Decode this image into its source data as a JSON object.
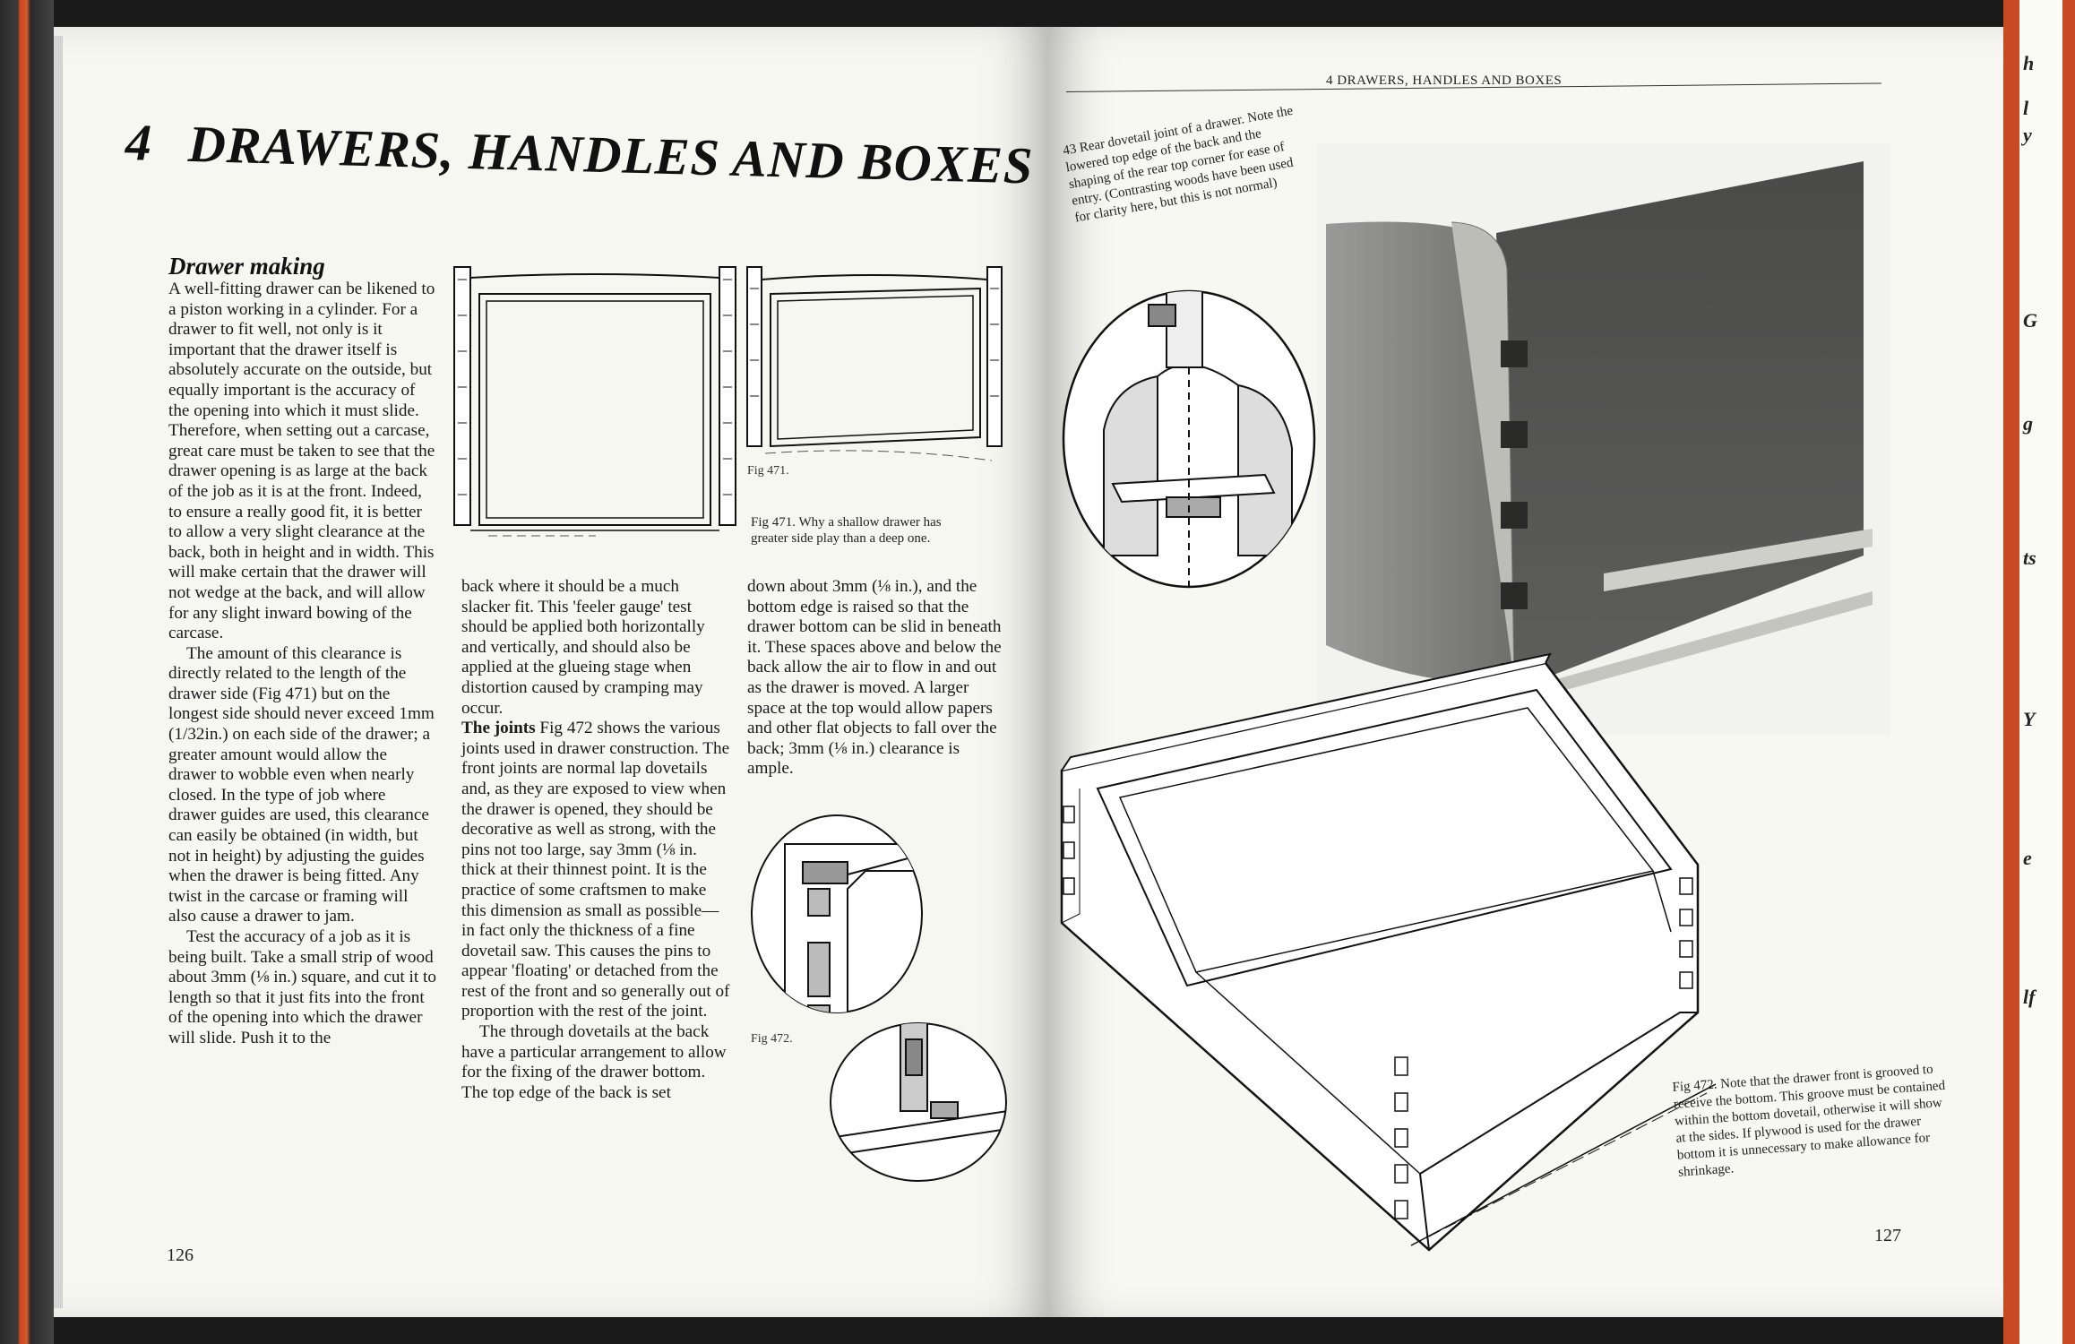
{
  "left_page": {
    "chapter_number": "4",
    "chapter_title": "DRAWERS, HANDLES AND BOXES",
    "section_heading": "Drawer making",
    "column1": [
      "A well-fitting drawer can be likened to a piston working in a cylinder. For a drawer to fit well, not only is it important that the drawer itself is absolutely accurate on the outside, but equally important is the accuracy of the opening into which it must slide. Therefore, when setting out a carcase, great care must be taken to see that the drawer opening is as large at the back of the job as it is at the front. Indeed, to ensure a really good fit, it is better to allow a very slight clearance at the back, both in height and in width. This will make certain that the drawer will not wedge at the back, and will allow for any slight inward bowing of the carcase.",
      "The amount of this clearance is directly related to the length of the drawer side (Fig 471) but on the longest side should never exceed 1mm (1/32in.) on each side of the drawer; a greater amount would allow the drawer to wobble even when nearly closed. In the type of job where drawer guides are used, this clearance can easily be obtained (in width, but not in height) by adjusting the guides when the drawer is being fitted. Any twist in the carcase or framing will also cause a drawer to jam.",
      "Test the accuracy of a job as it is being built. Take a small strip of wood about 3mm (⅛ in.) square, and cut it to length so that it just fits into the front of the opening into which the drawer will slide. Push it to the"
    ],
    "column2_p1": "back where it should be a much slacker fit. This 'feeler gauge' test should be applied both horizontally and vertically, and should also be applied at the glueing stage when distortion caused by cramping may occur.",
    "column2_joints_label": "The joints",
    "column2_p2": " Fig 472 shows the various joints used in drawer construction. The front joints are normal lap dovetails and, as they are exposed to view when the drawer is opened, they should be decorative as well as strong, with the pins not too large, say 3mm (⅛ in. thick at their thinnest point. It is the practice of some craftsmen to make this dimension as small as possible—in fact only the thickness of a fine dovetail saw. This causes the pins to appear 'floating' or detached from the rest of the front and so generally out of proportion with the rest of the joint.",
    "column2_p3": "The through dovetails at the back have a particular arrangement to allow for the fixing of the drawer bottom. The top edge of the back is set",
    "column3": "down about 3mm (⅛ in.), and the bottom edge is raised so that the drawer bottom can be slid in beneath it. These spaces above and below the back allow the air to flow in and out as the drawer is moved. A larger space at the top would allow papers and other flat objects to fall over the back; 3mm (⅛ in.) clearance is ample.",
    "fig471_label": "Fig 471.",
    "fig471_caption": "Fig 471. Why a shallow drawer has greater side play than a deep one.",
    "fig472_label": "Fig 472.",
    "page_number": "126"
  },
  "right_page": {
    "running_head": "4  DRAWERS, HANDLES AND BOXES",
    "photo_caption": "43 Rear dovetail joint of a drawer. Note the lowered top edge of the back and the shaping of the rear top corner for ease of entry. (Contrasting woods have been used for clarity here, but this is not normal)",
    "fig472_caption": "Fig 472. Note that the drawer front is grooved to receive the bottom. This groove must be contained within the bottom dovetail, otherwise it will show at the sides. If plywood is used for the drawer bottom it is unnecessary to make allowance for shrinkage.",
    "page_number": "127",
    "peek_letters": [
      "h",
      "l",
      "y",
      "G",
      "g",
      "ts",
      "Y",
      "e",
      "lf"
    ]
  }
}
